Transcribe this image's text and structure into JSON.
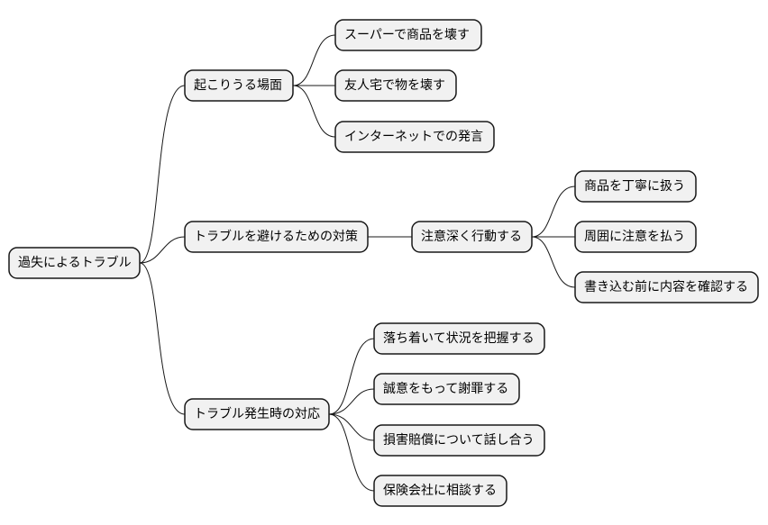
{
  "mindmap": {
    "root": {
      "label": "過失によるトラブル"
    },
    "branches": [
      {
        "label": "起こりうる場面",
        "children": [
          {
            "label": "スーパーで商品を壊す"
          },
          {
            "label": "友人宅で物を壊す"
          },
          {
            "label": "インターネットでの発言"
          }
        ]
      },
      {
        "label": "トラブルを避けるための対策",
        "children": [
          {
            "label": "注意深く行動する",
            "children": [
              {
                "label": "商品を丁寧に扱う"
              },
              {
                "label": "周囲に注意を払う"
              },
              {
                "label": "書き込む前に内容を確認する"
              }
            ]
          }
        ]
      },
      {
        "label": "トラブル発生時の対応",
        "children": [
          {
            "label": "落ち着いて状況を把握する"
          },
          {
            "label": "誠意をもって謝罪する"
          },
          {
            "label": "損害賠償について話し合う"
          },
          {
            "label": "保険会社に相談する"
          }
        ]
      }
    ]
  }
}
